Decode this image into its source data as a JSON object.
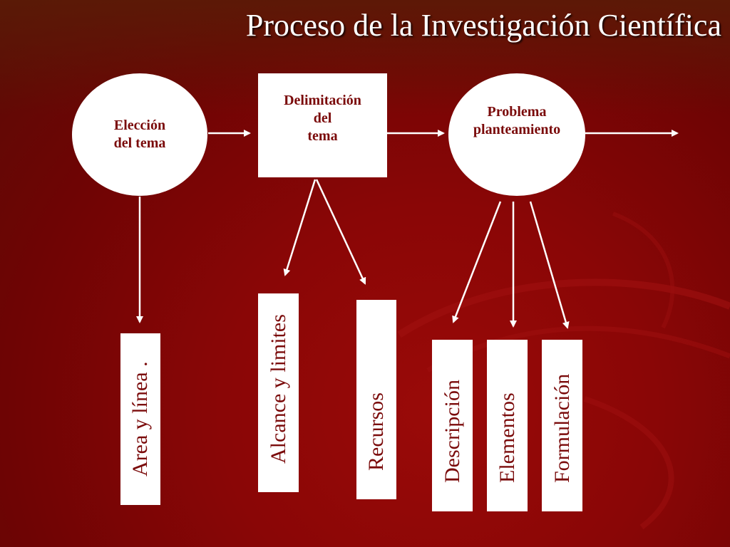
{
  "title": "Proceso de la Investigación Científica",
  "nodes": {
    "eleccion": "Elección\ndel tema",
    "delimitacion": "Delimitación\ndel\ntema",
    "problema": "Problema\nplanteamiento"
  },
  "boxes": {
    "area": "Area y línea .",
    "alcance": "Alcance y limites",
    "recursos": "Recursos",
    "descripcion": "Descripción",
    "elementos": "Elementos",
    "formulacion": "Formulación"
  },
  "colors": {
    "background": "#8a0606",
    "node_fill": "#ffffff",
    "node_text": "#7a0a0a",
    "arrow": "#ffffff"
  }
}
